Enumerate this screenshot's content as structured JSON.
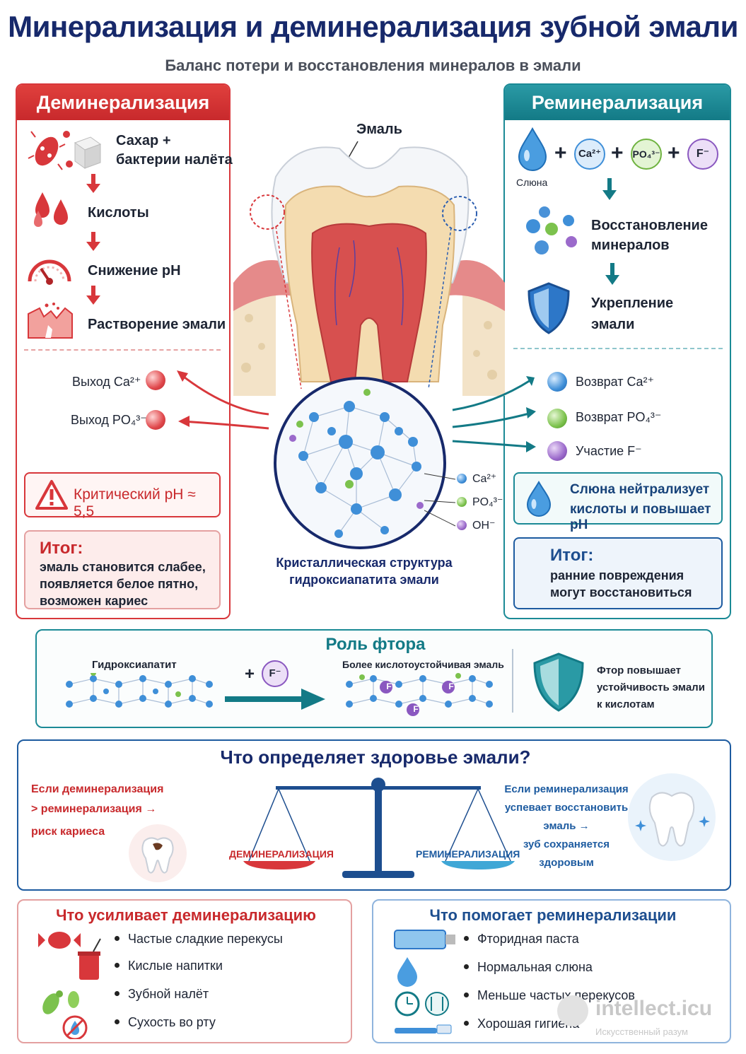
{
  "header": {
    "title": "Минерализация и деминерализация зубной эмали",
    "subtitle": "Баланс потери и восстановления минералов в эмали"
  },
  "colors": {
    "red": "#d8373b",
    "teal": "#1b8a96",
    "navy": "#17296b",
    "blue": "#1d5ba0"
  },
  "demin": {
    "title": "Деминерализация",
    "steps": [
      "Сахар +",
      "бактерии налёта",
      "Кислоты",
      "Снижение pH",
      "Растворение эмали"
    ],
    "ion_ca": "Выход Ca²⁺",
    "ion_po": "Выход PO₄³⁻",
    "warning": "Критический pH ≈ 5,5",
    "summary_title": "Итог:",
    "summary_lines": [
      "эмаль становится слабее,",
      "появляется белое пятно,",
      "возможен кариес"
    ]
  },
  "remin": {
    "title": "Реминерализация",
    "saliva_label": "Слюна",
    "ion_ca": "Ca²⁺",
    "ion_po": "PO₄³⁻",
    "ion_f": "F⁻",
    "plus": "+",
    "step_restore": [
      "Восстановление",
      "минералов"
    ],
    "step_strengthen": [
      "Укрепление",
      "эмали"
    ],
    "return_ca": "Возврат Ca²⁺",
    "return_po": "Возврат PO₄³⁻",
    "return_f": "Участие F⁻",
    "saliva_box": [
      "Слюна нейтрализует",
      "кислоты и повышает pH"
    ],
    "summary_title": "Итог:",
    "summary_lines": [
      "ранние повреждения",
      "могут восстановиться"
    ]
  },
  "center": {
    "enamel_label": "Эмаль",
    "crystal_caption": [
      "Кристаллическая структура",
      "гидроксиапатита эмали"
    ],
    "legend": [
      "Ca²⁺",
      "PO₄³⁻",
      "OH⁻"
    ]
  },
  "fluoride": {
    "title": "Роль фтора",
    "left_label": "Гидроксиапатит",
    "plus": "+",
    "ion": "F⁻",
    "right_label": "Более кислотоустойчивая эмаль",
    "f_mark": "F",
    "note": [
      "Фтор повышает",
      "устойчивость эмали",
      "к кислотам"
    ]
  },
  "balance": {
    "title": "Что определяет здоровье эмали?",
    "left_text": [
      "Если деминерализация",
      "> реминерализация →",
      "риск кариеса"
    ],
    "right_text": [
      "Если реминерализация",
      "успевает восстановить",
      "эмаль →",
      "зуб сохраняется",
      "здоровым"
    ],
    "left_pan": "ДЕМИНЕРАЛИЗАЦИЯ",
    "right_pan": "РЕМИНЕРАЛИЗАЦИЯ"
  },
  "enhances": {
    "title": "Что усиливает деминерализацию",
    "items": [
      "Частые сладкие перекусы",
      "Кислые напитки",
      "Зубной налёт",
      "Сухость во рту"
    ]
  },
  "helps": {
    "title": "Что помогает реминерализации",
    "items": [
      "Фторидная паста",
      "Нормальная слюна",
      "Меньше частых перекусов",
      "Хорошая гигиена"
    ]
  },
  "watermark": {
    "site": "intellect.icu",
    "tagline": "Искусственный разум"
  }
}
